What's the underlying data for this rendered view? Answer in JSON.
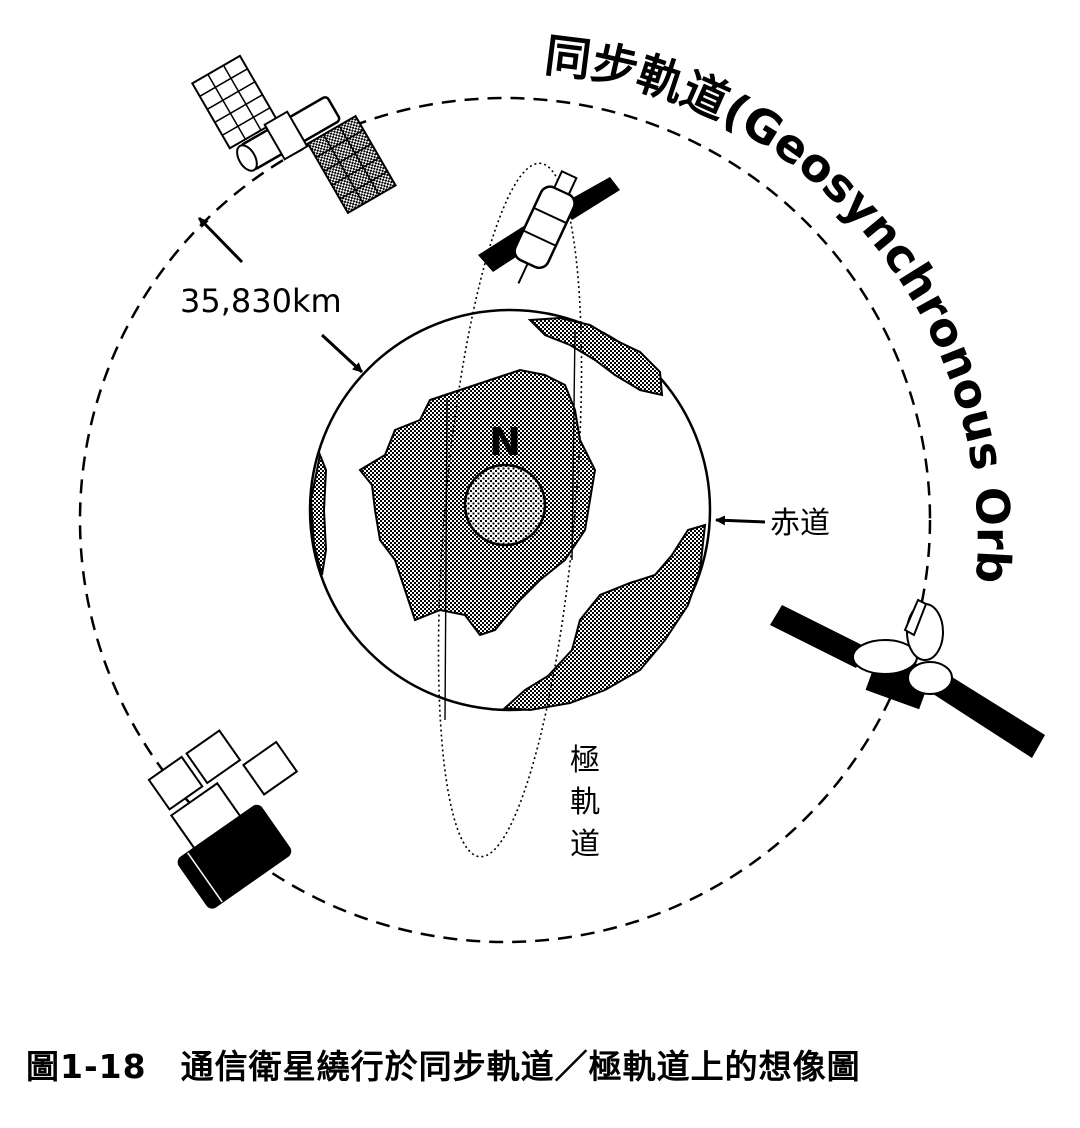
{
  "diagram": {
    "orbit_title": "同步軌道(Geosynchronous Orbit)",
    "distance_label": "35,830km",
    "north_label": "N",
    "equator_label": "赤道",
    "polar_orbit_label": [
      "極",
      "軌",
      "道"
    ]
  },
  "caption": {
    "figure_number": "圖1-18",
    "text": "通信衛星繞行於同步軌道／極軌道上的想像圖"
  }
}
